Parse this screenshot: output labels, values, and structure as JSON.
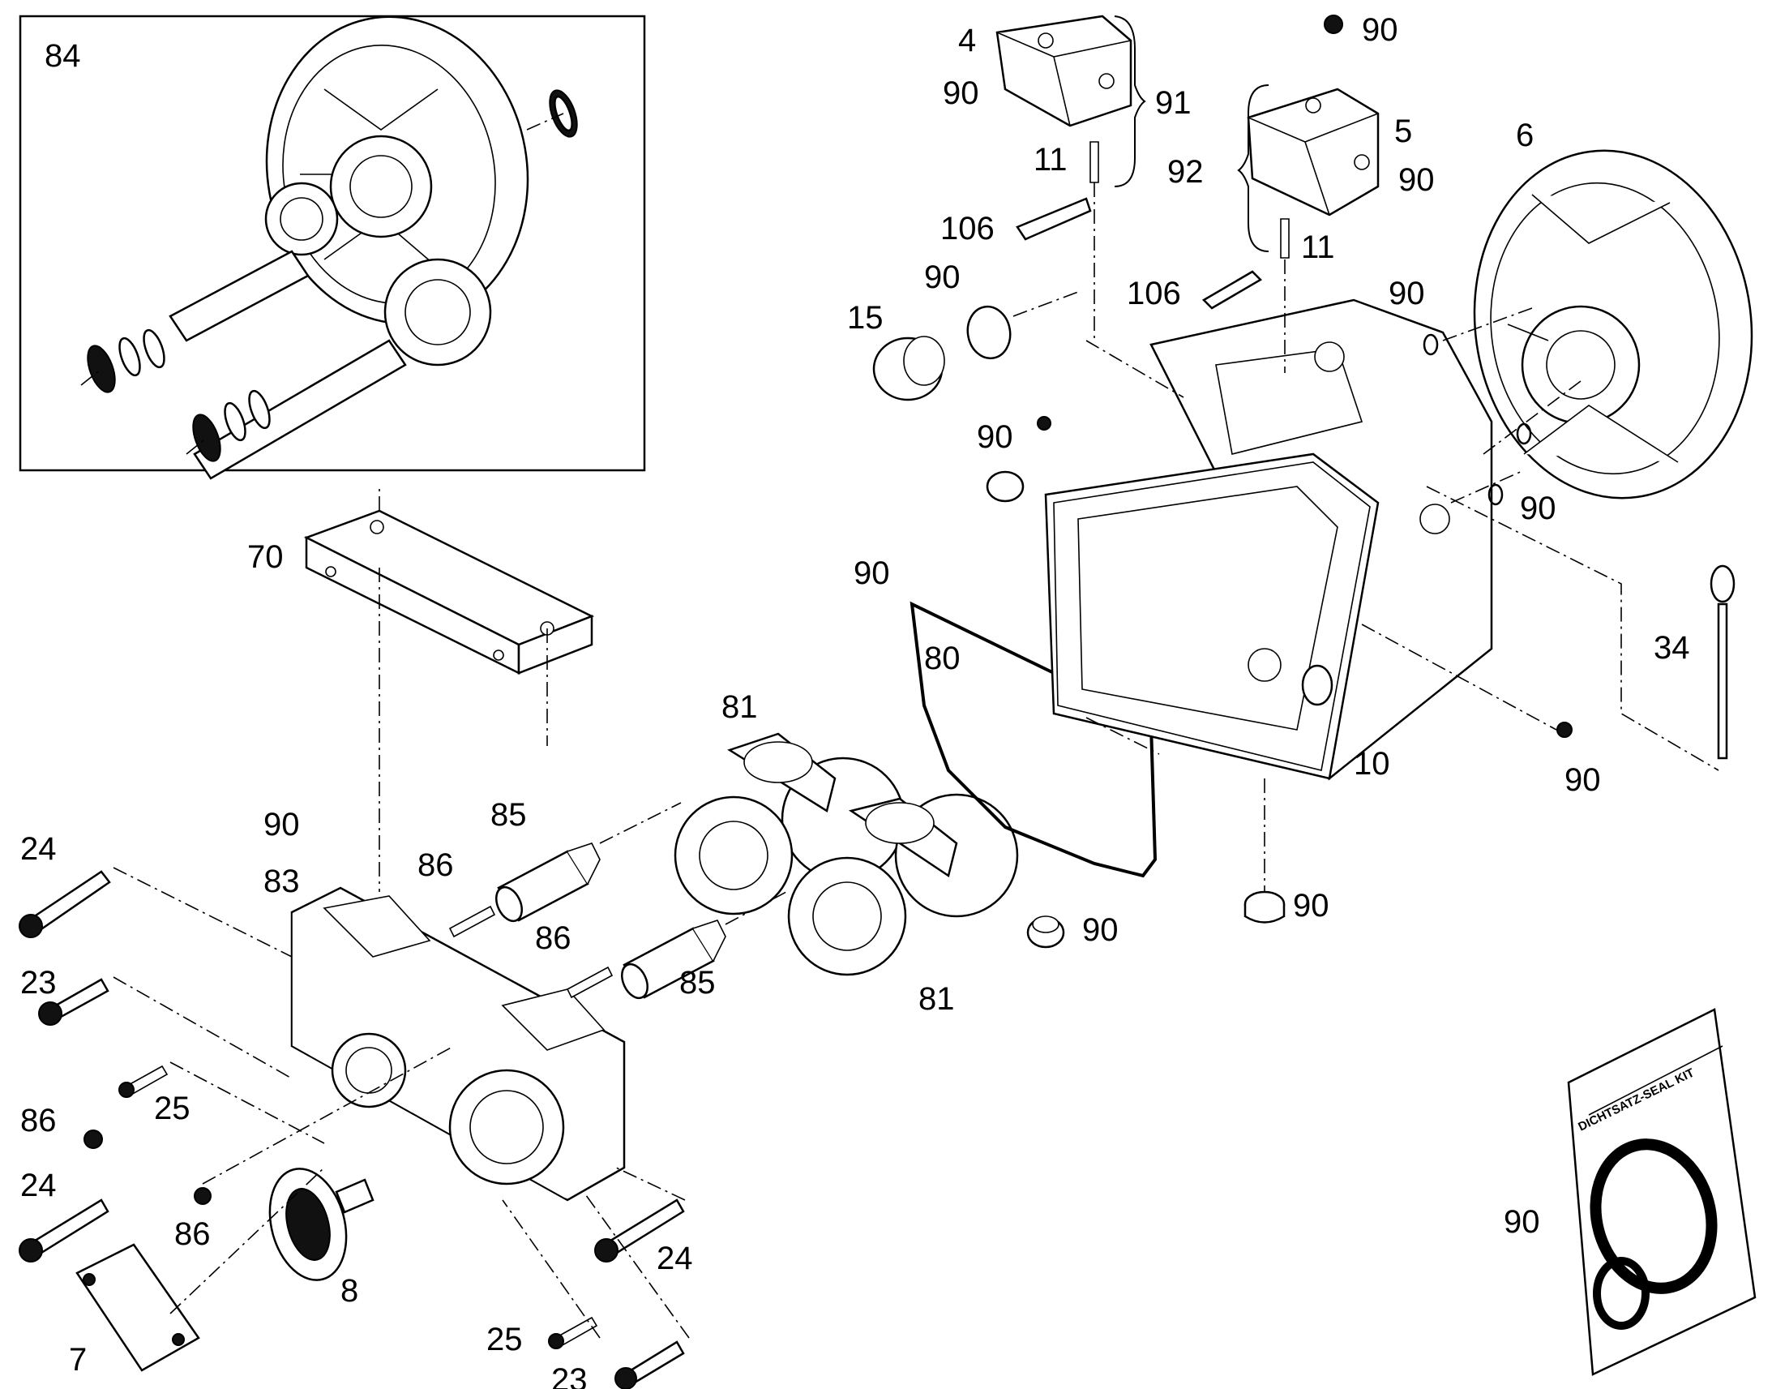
{
  "diagram": {
    "kind": "exploded-parts-view",
    "seal_kit_label": "DICHTSATZ-SEAL KIT",
    "callouts": [
      {
        "id": "c84",
        "text": "84"
      },
      {
        "id": "c70",
        "text": "70"
      },
      {
        "id": "c90a",
        "text": "90"
      },
      {
        "id": "c24a",
        "text": "24"
      },
      {
        "id": "c83",
        "text": "83"
      },
      {
        "id": "c23a",
        "text": "23"
      },
      {
        "id": "c25a",
        "text": "25"
      },
      {
        "id": "c86a",
        "text": "86"
      },
      {
        "id": "c24b",
        "text": "24"
      },
      {
        "id": "c86b",
        "text": "86"
      },
      {
        "id": "c7",
        "text": "7"
      },
      {
        "id": "c8",
        "text": "8"
      },
      {
        "id": "c24c",
        "text": "24"
      },
      {
        "id": "c25b",
        "text": "25"
      },
      {
        "id": "c23b",
        "text": "23"
      },
      {
        "id": "c85a",
        "text": "85"
      },
      {
        "id": "c86c",
        "text": "86"
      },
      {
        "id": "c86d",
        "text": "86"
      },
      {
        "id": "c85b",
        "text": "85"
      },
      {
        "id": "c81a",
        "text": "81"
      },
      {
        "id": "c81b",
        "text": "81"
      },
      {
        "id": "c80",
        "text": "80"
      },
      {
        "id": "c90b",
        "text": "90"
      },
      {
        "id": "c4",
        "text": "4"
      },
      {
        "id": "c90c",
        "text": "90"
      },
      {
        "id": "c91",
        "text": "91"
      },
      {
        "id": "c11a",
        "text": "11"
      },
      {
        "id": "c106a",
        "text": "106"
      },
      {
        "id": "c90d",
        "text": "90"
      },
      {
        "id": "c15",
        "text": "15"
      },
      {
        "id": "c90e",
        "text": "90"
      },
      {
        "id": "c5",
        "text": "5"
      },
      {
        "id": "c92",
        "text": "92"
      },
      {
        "id": "c90f",
        "text": "90"
      },
      {
        "id": "c11b",
        "text": "11"
      },
      {
        "id": "c106b",
        "text": "106"
      },
      {
        "id": "c6",
        "text": "6"
      },
      {
        "id": "c90g",
        "text": "90"
      },
      {
        "id": "c90h",
        "text": "90"
      },
      {
        "id": "c90i",
        "text": "90"
      },
      {
        "id": "c34",
        "text": "34"
      },
      {
        "id": "c10",
        "text": "10"
      },
      {
        "id": "c90j",
        "text": "90"
      },
      {
        "id": "c90k",
        "text": "90"
      },
      {
        "id": "c90l",
        "text": "90"
      },
      {
        "id": "c90m",
        "text": "90"
      }
    ]
  }
}
